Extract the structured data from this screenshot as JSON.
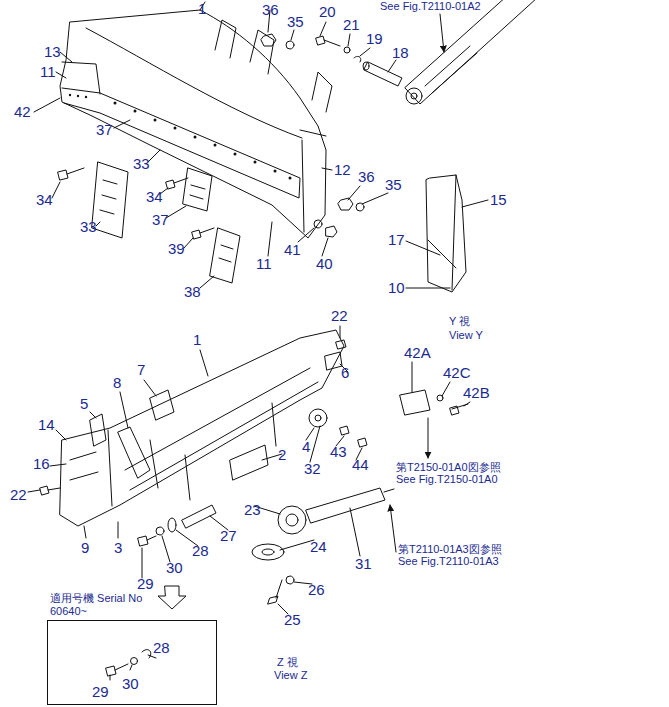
{
  "diagram": {
    "nodes": [
      {
        "text": [
          "適用号機 Serial No 60640~"
        ]
      }
    ],
    "labels": [
      "1",
      "See Fig.T2110-01A2",
      "36",
      "35",
      "20",
      "21",
      "19",
      "18",
      "13",
      "11",
      "42",
      "37",
      "33",
      "12",
      "36",
      "35",
      "34",
      "34",
      "15",
      "37",
      "33",
      "17",
      "41",
      "39",
      "40",
      "11",
      "10",
      "38",
      "22",
      "Y 視",
      "View Y",
      "1",
      "42A",
      "7",
      "6",
      "42C",
      "8",
      "42B",
      "5",
      "14",
      "4",
      "43",
      "2",
      "16",
      "44",
      "32",
      "第T2150-01A0図参照",
      "See Fig.T2150-01A0",
      "22",
      "23",
      "27",
      "9",
      "3",
      "24",
      "28",
      "第T2110-01A3図参照",
      "See Fig.T2110-01A3",
      "31",
      "30",
      "29",
      "26",
      "25",
      "28",
      "Z 視",
      "View Z",
      "30",
      "29"
    ]
  }
}
